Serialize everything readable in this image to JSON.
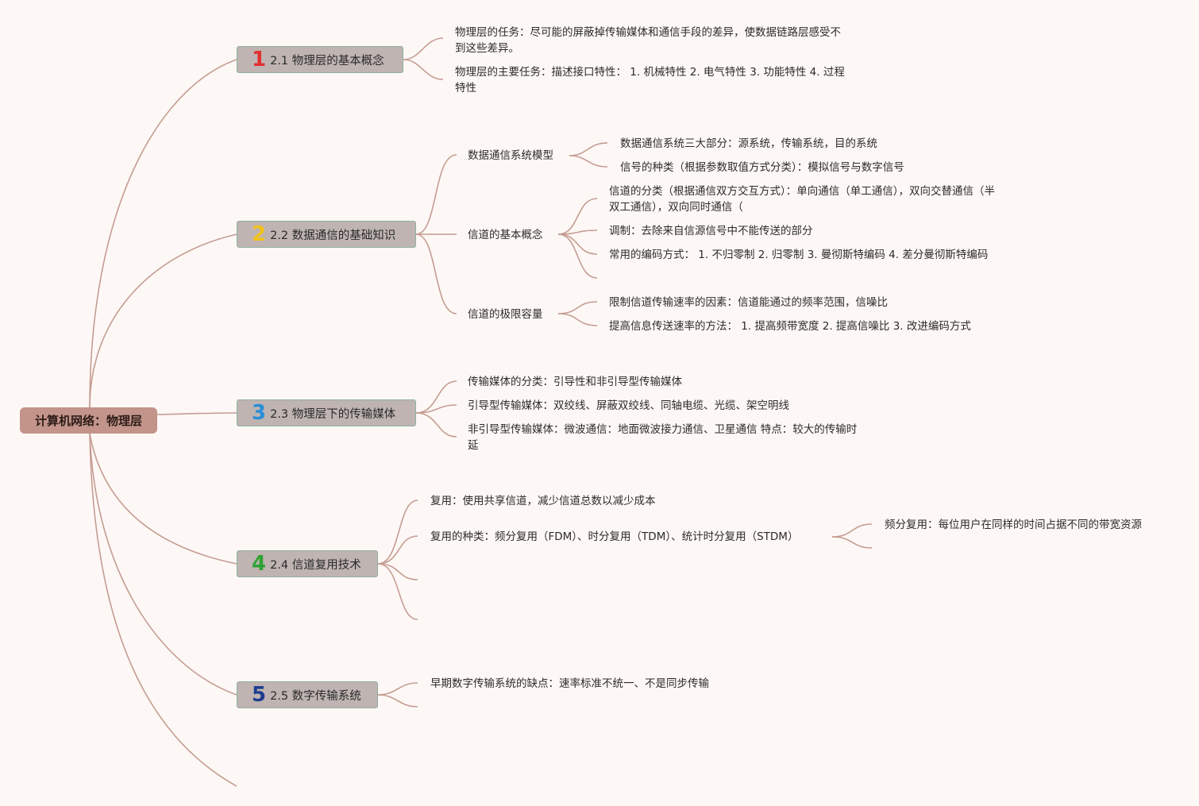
{
  "root": {
    "label": "计算机网络：物理层"
  },
  "branches": [
    {
      "number": "1",
      "label": "2.1 物理层的基本概念",
      "items": [
        "物理层的任务：尽可能的屏蔽掉传输媒体和通信手段的差异，使数据链路层感受不到这些差异。",
        "物理层的主要任务：描述接口特性： 1. 机械特性 2. 电气特性 3. 功能特性 4. 过程特性"
      ]
    },
    {
      "number": "2",
      "label": "2.2 数据通信的基础知识",
      "subtopics": [
        {
          "label": "数据通信系统模型",
          "items": [
            "数据通信系统三大部分：源系统，传输系统，目的系统",
            "信号的种类（根据参数取值方式分类）：模拟信号与数字信号"
          ]
        },
        {
          "label": "信道的基本概念",
          "items": [
            "信道的分类（根据通信双方交互方式）：单向通信（单工通信），双向交替通信（半双工通信），双向同时通信（",
            "调制：去除来自信源信号中不能传送的部分",
            "常用的编码方式： 1. 不归零制 2. 归零制 3. 曼彻斯特编码 4. 差分曼彻斯特编码"
          ]
        },
        {
          "label": "信道的极限容量",
          "items": [
            "限制信道传输速率的因素：信道能通过的频率范围，信噪比",
            "提高信息传送速率的方法： 1. 提高频带宽度 2. 提高信噪比 3. 改进编码方式"
          ]
        }
      ]
    },
    {
      "number": "3",
      "label": "2.3 物理层下的传输媒体",
      "items": [
        "传输媒体的分类：引导性和非引导型传输媒体",
        "引导型传输媒体：双绞线、屏蔽双绞线、同轴电缆、光缆、架空明线",
        "非引导型传输媒体：微波通信：地面微波接力通信、卫星通信 特点：较大的传输时延"
      ]
    },
    {
      "number": "4",
      "label": "2.4 信道复用技术",
      "items": [
        "复用：使用共享信道，减少信道总数以减少成本",
        "复用的种类：频分复用（FDM）、时分复用（TDM）、统计时分复用（STDM）"
      ],
      "sub_items": [
        "频分复用：每位用户在同样的时间占据不同的带宽资源"
      ]
    },
    {
      "number": "5",
      "label": "2.5 数字传输系统",
      "items": [
        "早期数字传输系统的缺点：速率标准不统一、不是同步传输"
      ]
    }
  ],
  "colors": {
    "connector": "#c59d92",
    "root_fill": "#c2948a",
    "branch_fill": "#bfb4b2",
    "branch_border": "#8fb09e",
    "background": "#fdf8f6",
    "num1": "#e0302f",
    "num2": "#f1c21c",
    "num3": "#2a8fd8",
    "num4": "#2fa234",
    "num5": "#1d3e8e"
  }
}
